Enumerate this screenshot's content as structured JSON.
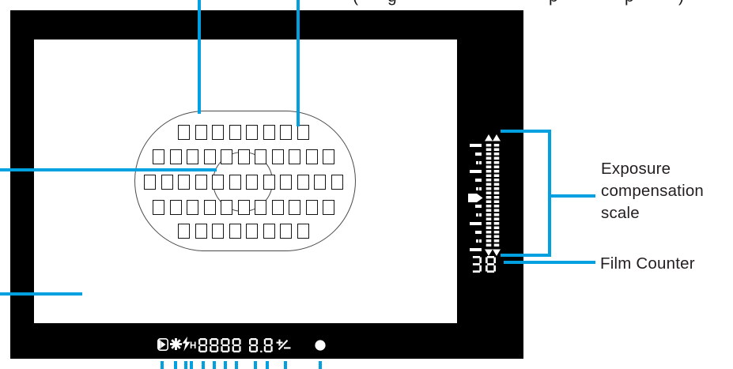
{
  "colors": {
    "accent": "#00a0e1",
    "frame": "#000000",
    "screen": "#ffffff",
    "display": "#ffffff",
    "text": "#231f20"
  },
  "top_caption": {
    "clipped": true,
    "visible_fragments": [
      "(",
      "g",
      "p",
      "p",
      ")"
    ]
  },
  "callout_labels": {
    "exposure_scale_lines": [
      "Exposure",
      "compensation",
      "scale"
    ],
    "film_counter": "Film Counter"
  },
  "viewfinder": {
    "film_counter_value": "38",
    "exposure_scale": {
      "tick_pattern": [
        "long",
        "short",
        "dots",
        "long",
        "short",
        "dots",
        "pointer",
        "short",
        "dots",
        "long",
        "short",
        "dots",
        "long"
      ],
      "dotted_columns": 2,
      "dots_per_column": 24,
      "has_end_arrows": true
    },
    "metering_grid_rows": [
      8,
      11,
      12,
      11,
      8
    ],
    "lcd": {
      "shutter_speed": "8888",
      "aperture": "8.8",
      "hss_text": "H",
      "icons": [
        "wireless-flash",
        "star",
        "flash-bolt",
        "plus-minus",
        "focus-dot"
      ]
    }
  }
}
